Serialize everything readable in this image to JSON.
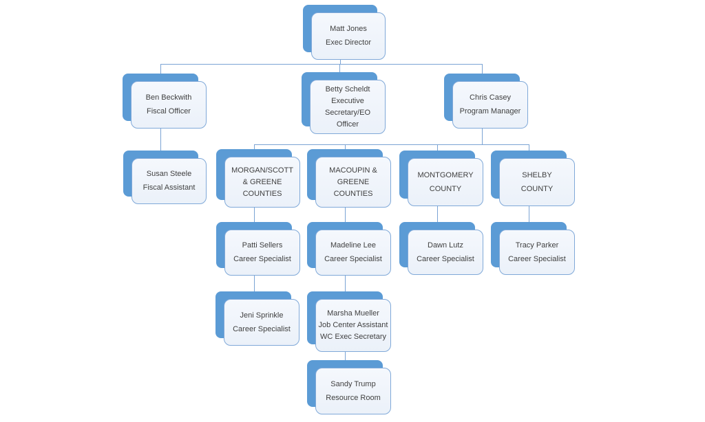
{
  "diagram": {
    "type": "org-chart",
    "background": "#ffffff",
    "colors": {
      "shadow": "#5b9bd5",
      "box_border": "#7fa8d8",
      "box_fill_top": "#f5f8fd",
      "box_fill_bottom": "#ebf1f9",
      "connector": "#7aa3d4",
      "text": "#3f3f3f"
    },
    "nodes": [
      {
        "id": "matt",
        "lines": [
          "Matt Jones",
          "Exec Director"
        ],
        "reports_to": null
      },
      {
        "id": "ben",
        "lines": [
          "Ben Beckwith",
          "Fiscal Officer"
        ],
        "reports_to": "matt"
      },
      {
        "id": "betty",
        "lines": [
          "Betty Scheldt",
          "Executive",
          "Secretary/EO",
          "Officer"
        ],
        "reports_to": "matt"
      },
      {
        "id": "chris",
        "lines": [
          "Chris Casey",
          "Program Manager"
        ],
        "reports_to": "matt"
      },
      {
        "id": "susan",
        "lines": [
          "Susan Steele",
          "Fiscal Assistant"
        ],
        "reports_to": "ben"
      },
      {
        "id": "morgan",
        "lines": [
          "MORGAN/SCOTT",
          "& GREENE",
          "COUNTIES"
        ],
        "reports_to": "chris"
      },
      {
        "id": "macoupin",
        "lines": [
          "MACOUPIN &",
          "GREENE",
          "COUNTIES"
        ],
        "reports_to": "chris"
      },
      {
        "id": "montgomery",
        "lines": [
          "MONTGOMERY",
          "COUNTY"
        ],
        "reports_to": "chris"
      },
      {
        "id": "shelby",
        "lines": [
          "SHELBY",
          "COUNTY"
        ],
        "reports_to": "chris"
      },
      {
        "id": "patti",
        "lines": [
          "Patti Sellers",
          "Career Specialist"
        ],
        "reports_to": "morgan"
      },
      {
        "id": "madeline",
        "lines": [
          "Madeline Lee",
          "Career Specialist"
        ],
        "reports_to": "macoupin"
      },
      {
        "id": "dawn",
        "lines": [
          "Dawn Lutz",
          "Career Specialist"
        ],
        "reports_to": "montgomery"
      },
      {
        "id": "tracy",
        "lines": [
          "Tracy Parker",
          "Career Specialist"
        ],
        "reports_to": "shelby"
      },
      {
        "id": "jeni",
        "lines": [
          "Jeni Sprinkle",
          "Career Specialist"
        ],
        "reports_to": "patti"
      },
      {
        "id": "marsha",
        "lines": [
          "Marsha Mueller",
          "Job Center Assistant",
          "WC Exec Secretary"
        ],
        "reports_to": "madeline"
      },
      {
        "id": "sandy",
        "lines": [
          "Sandy Trump",
          "Resource Room"
        ],
        "reports_to": "marsha"
      }
    ]
  }
}
